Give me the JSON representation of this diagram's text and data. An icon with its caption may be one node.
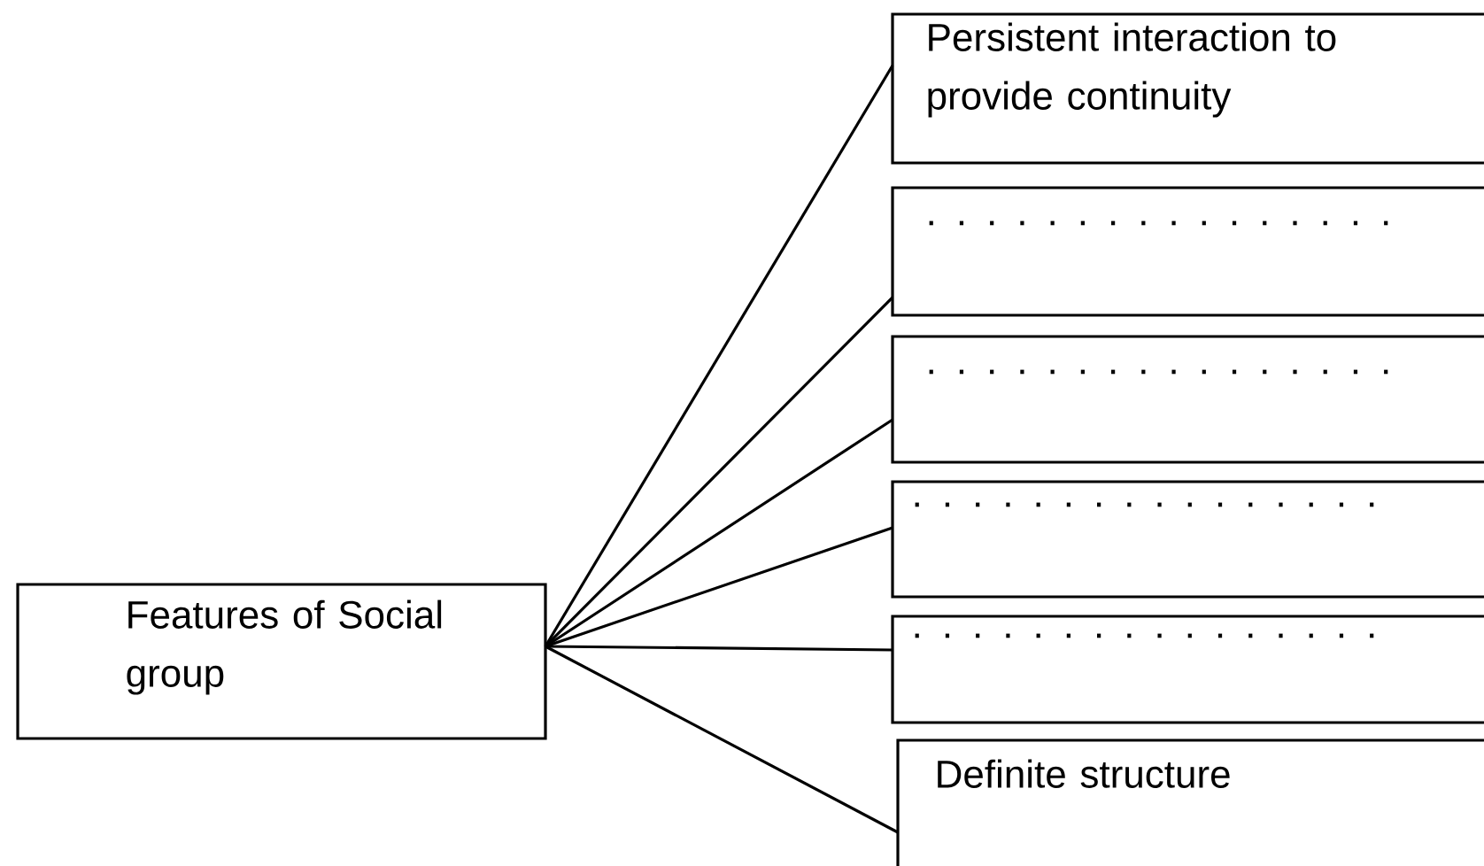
{
  "diagram": {
    "nodes": [
      {
        "text": [
          "Features of Social group"
        ]
      },
      {
        "text": [
          "Persistent interaction to provide continuity"
        ]
      },
      {
        "text": [
          ". . . . . . . . . . . . . . .   ."
        ]
      },
      {
        "text": [
          ". . . . . . . . . . . . . . .   ."
        ]
      },
      {
        "text": [
          ". . . . . . . . . . . . . . .   ."
        ]
      },
      {
        "text": [
          ". . . . . . . . . . . . . . .   ."
        ]
      },
      {
        "text": [
          "Definite structure"
        ]
      }
    ],
    "edges": [
      {
        "from": 0,
        "to": 1,
        "arrow": "none"
      },
      {
        "from": 0,
        "to": 2,
        "arrow": "none"
      },
      {
        "from": 0,
        "to": 3,
        "arrow": "none"
      },
      {
        "from": 0,
        "to": 4,
        "arrow": "none"
      },
      {
        "from": 0,
        "to": 5,
        "arrow": "none"
      },
      {
        "from": 0,
        "to": 6,
        "arrow": "none"
      }
    ]
  }
}
